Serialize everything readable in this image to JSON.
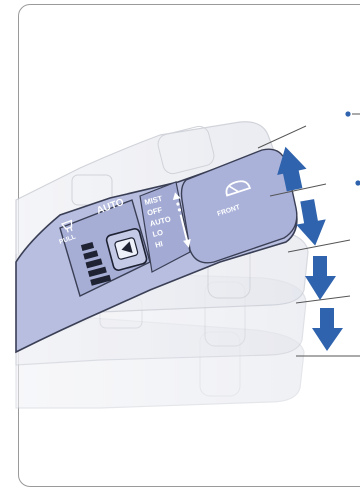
{
  "stalk": {
    "auto_label": "AUTO",
    "pull_label": "PULL",
    "front_label": "FRONT",
    "modes": [
      "MIST",
      "OFF",
      "AUTO",
      "LO",
      "HI"
    ]
  },
  "colors": {
    "stalk_fill": "#b7bee0",
    "stalk_outline": "#3a3f55",
    "ghost_fill": "#e7e9f0",
    "ghost_outline": "#c4c7cf",
    "arrow": "#2f63ad",
    "leader": "#555555",
    "dot": "#2f63ad"
  },
  "icons": [
    "washer-pull-icon",
    "windshield-wiper-icon",
    "intermittent-dial-icon"
  ]
}
